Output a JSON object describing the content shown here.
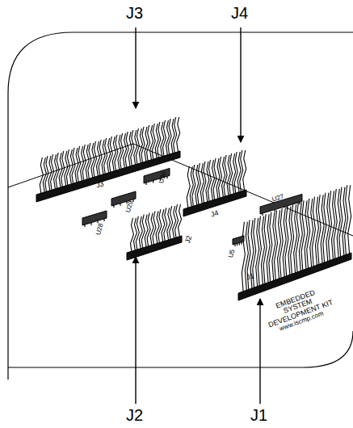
{
  "diagram": {
    "labels": [
      "J3",
      "J4",
      "J2",
      "J1",
      "J3",
      "U30",
      "U29",
      "U28",
      "J4",
      "U27",
      "U5",
      "J2",
      "J1",
      "EMBEDDED SYSTEM DEVELOPMENT KIT",
      "www.iscmp.com"
    ]
  }
}
